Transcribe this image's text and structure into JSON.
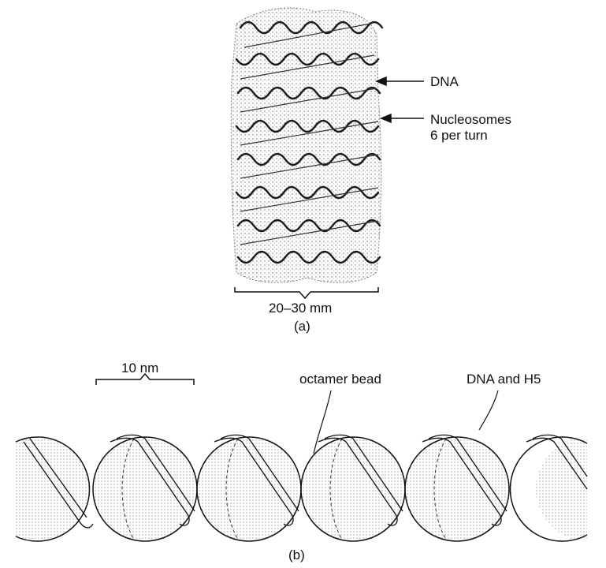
{
  "panel_a": {
    "label_dna": "DNA",
    "label_nucleosomes": "Nucleosomes",
    "label_per_turn": "6 per turn",
    "width_label": "20–30 mm",
    "caption": "(a)"
  },
  "panel_b": {
    "scale_label": "10 nm",
    "label_octamer": "octamer bead",
    "label_dna_h5": "DNA and H5",
    "caption": "(b)"
  },
  "colors": {
    "ink": "#111111",
    "stipple": "#555555"
  }
}
